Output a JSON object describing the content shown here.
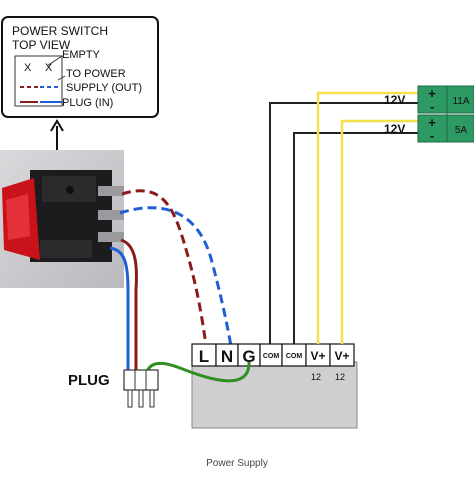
{
  "legend": {
    "title_line1": "POWER SWITCH",
    "title_line2": "TOP VIEW",
    "pin_mark_1": "X",
    "pin_mark_2": "X",
    "empty_label": "EMPTY",
    "out_label_1": "TO POWER",
    "out_label_2": "SUPPLY (OUT)",
    "in_label": "PLUG (IN)"
  },
  "plug_label": "PLUG",
  "psu": {
    "terminals": [
      "L",
      "N",
      "G",
      "COM",
      "COM",
      "V+",
      "V+"
    ],
    "sub_labels": [
      "12",
      "12"
    ],
    "caption": "Power Supply"
  },
  "output": {
    "voltage_1": "12V",
    "voltage_2": "12V",
    "current_1": "11A",
    "current_2": "5A",
    "plus_1": "+",
    "minus_1": "-",
    "plus_2": "+",
    "minus_2": "-"
  },
  "colors": {
    "live_wire": "#8b1a1a",
    "neutral_wire": "#1f5fd6",
    "ground_wire": "#2f8f1f",
    "positive_wire": "#f2e24a",
    "common_wire": "#222222",
    "connector": "#2e9a63"
  }
}
